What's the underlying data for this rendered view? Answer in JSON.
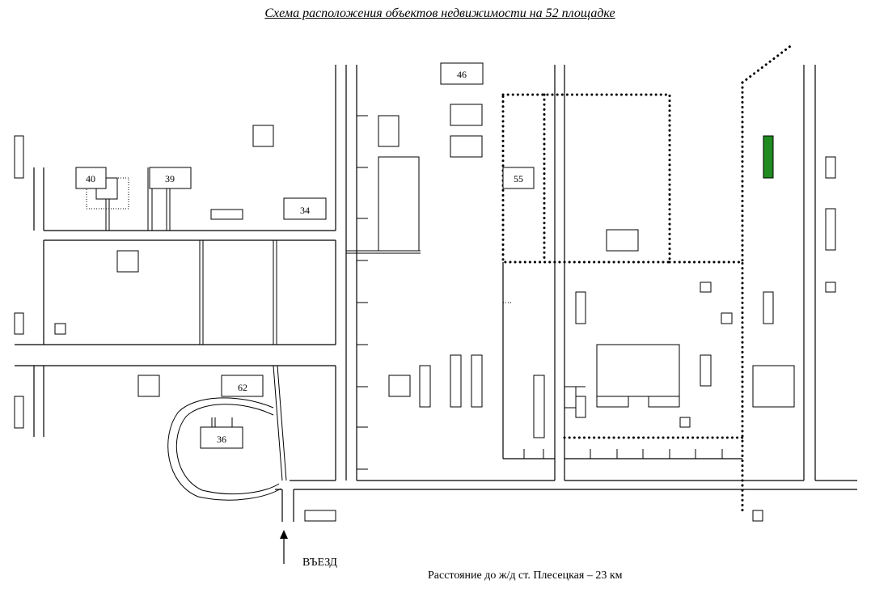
{
  "title": "Схема расположения объектов недвижимости на 52 площадке",
  "entry_label": "ВЪЕЗД",
  "distance_note": "Расстояние до ж/д ст. Плесецкая – 23 км",
  "building_labels": {
    "b46": "46",
    "b55": "55",
    "b40": "40",
    "b39": "39",
    "b34": "34",
    "b62": "62",
    "b36": "36"
  },
  "highlight_color": "#1f8a1f"
}
